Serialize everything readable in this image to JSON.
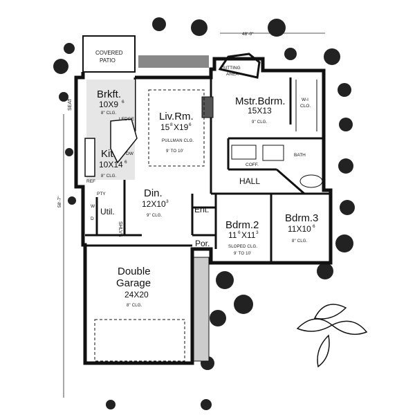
{
  "overall": {
    "width_label": "48'-0\"",
    "depth_label": "58'-7\""
  },
  "rooms": {
    "covered_patio": {
      "line1": "COVERED",
      "line2": "PATIO"
    },
    "sitting_area": {
      "line1": "SITTING",
      "line2": "AREA"
    },
    "breakfast": {
      "name": "Brkft.",
      "size": "10X9",
      "size_sup": "6",
      "ceiling": "8\" CLG."
    },
    "living": {
      "name": "Liv.Rm.",
      "size": "15",
      "size_sup1": "8",
      "size_mid": "X19",
      "size_sup2": "6",
      "ceiling1": "PULLMAN CLG.",
      "ceiling2": "9' TO 10'"
    },
    "master": {
      "name": "Mstr.Bdrm.",
      "size": "15X13",
      "ceiling": "9\" CLG."
    },
    "kitchen": {
      "name": "Kit.",
      "size": "10X14",
      "size_sup": "6",
      "ceiling": "8\" CLG."
    },
    "dining": {
      "name": "Din.",
      "size": "12X10",
      "size_sup": "3",
      "ceiling": "9\" CLG."
    },
    "hall": {
      "name": "HALL"
    },
    "entry": {
      "name": "Ent."
    },
    "utility": {
      "name": "Util."
    },
    "porch": {
      "name": "Por."
    },
    "bedroom2": {
      "name": "Bdrm.2",
      "size": "11",
      "size_sup1": "6",
      "size_mid": "X11",
      "size_sup2": "3",
      "ceiling1": "SLOPED CLG.",
      "ceiling2": "9' TO 10'"
    },
    "bedroom3": {
      "name": "Bdrm.3",
      "size": "11X10",
      "size_sup": "6",
      "ceiling": "8\" CLG."
    },
    "garage": {
      "name1": "Double",
      "name2": "Garage",
      "size": "24X20",
      "ceiling": "8\" CLG."
    }
  },
  "fixtures": {
    "seat": "SEAT",
    "ledge": "LEDGE",
    "dw": "DW",
    "ref": "REF",
    "pty": "PTY",
    "washer": "W",
    "dryer": "D",
    "shelves": "SHLVS",
    "wic": {
      "line1": "W-I",
      "line2": "CLO."
    },
    "bath": "BATH",
    "coffer": "COFF."
  }
}
